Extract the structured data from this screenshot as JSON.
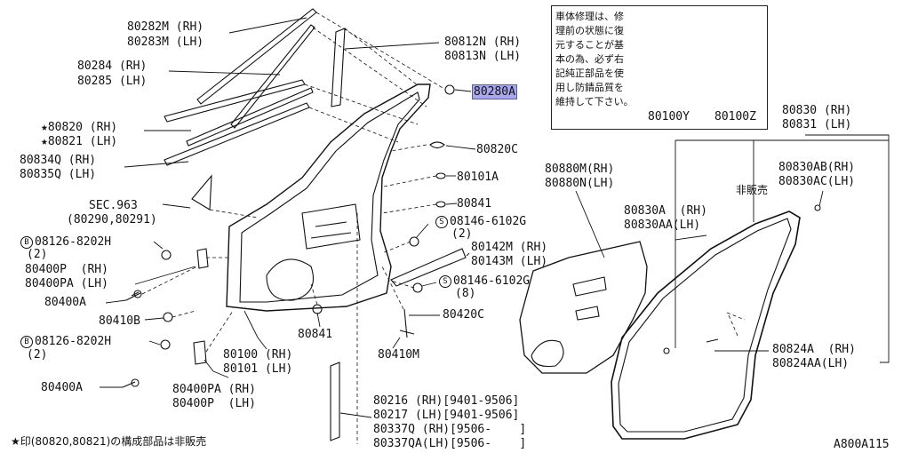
{
  "diagram": {
    "code": "A800A115",
    "footnote": "★印(80820,80821)の構成部品は非販売",
    "not_sold": "非販売",
    "note": {
      "lines": [
        "車体修理は、修",
        "理前の状態に復",
        "元することが基",
        "本の為、必ず右",
        "記純正部品を使",
        "用し防錆品質を",
        "維持して下さい。"
      ],
      "part_tube": "80100Y",
      "part_can": "80100Z"
    },
    "labels": {
      "l80282m": "80282M (RH)",
      "l80283m": "80283M (LH)",
      "l80284": "80284 (RH)",
      "l80285": "80285 (LH)",
      "l80820": "★80820 (RH)",
      "l80821": "★80821 (LH)",
      "l80834q": "80834Q (RH)",
      "l80835q": "80835Q (LH)",
      "lsec": "SEC.963",
      "lsec2": "(80290,80291)",
      "l08126a": "08126-8202H",
      "l08126a_q": "(2)",
      "l80400p": "80400P  (RH)",
      "l80400pa": "80400PA (LH)",
      "l80400a1": "80400A",
      "l80410b": "80410B",
      "l08126b": "08126-8202H",
      "l08126b_q": "(2)",
      "l80400a2": "80400A",
      "l80400pa2": "80400PA (RH)",
      "l80400p2": "80400P  (LH)",
      "l80100": "80100 (RH)",
      "l80101": "80101 (LH)",
      "l80841b": "80841",
      "l80410m": "80410M",
      "l80812n": "80812N (RH)",
      "l80813n": "80813N (LH)",
      "l80280a": "80280A",
      "l80820c": "80820C",
      "l80101a": "80101A",
      "l80841": "80841",
      "l08146a": "08146-6102G",
      "l08146a_q": "(2)",
      "l80142m": "80142M (RH)",
      "l80143m": "80143M (LH)",
      "l08146b": "08146-6102G",
      "l08146b_q": "(8)",
      "l80420c": "80420C",
      "l80216": "80216 (RH)[9401-9506]",
      "l80217": "80217 (LH)[9401-9506]",
      "l80337q": "80337Q (RH)[9506-    ]",
      "l80337qa": "80337QA(LH)[9506-    ]",
      "l80880m": "80880M(RH)",
      "l80880n": "80880N(LH)",
      "l80830": "80830 (RH)",
      "l80831": "80831 (LH)",
      "l80830ab": "80830AB(RH)",
      "l80830ac": "80830AC(LH)",
      "l80830a": "80830A  (RH)",
      "l80830aa": "80830AA(LH)",
      "l80824a": "80824A  (RH)",
      "l80824aa": "80824AA(LH)"
    },
    "prefix_b": "B",
    "prefix_s": "S"
  }
}
